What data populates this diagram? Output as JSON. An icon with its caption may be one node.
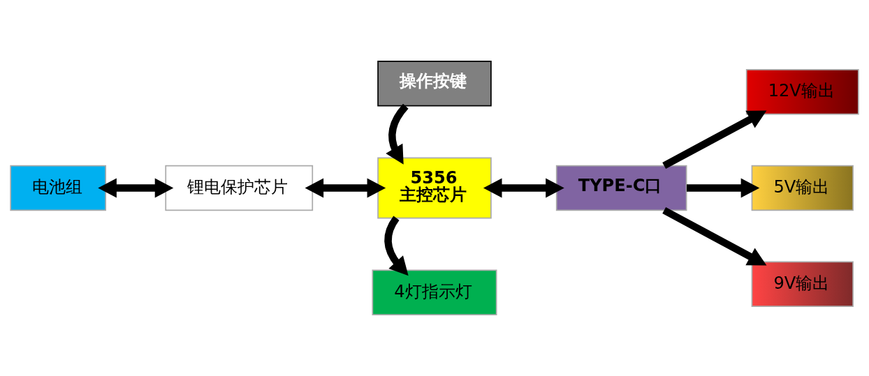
{
  "diagram": {
    "nodes": [
      {
        "text": [
          "4灯指示灯"
        ]
      },
      {
        "text": [
          "9V输出"
        ]
      },
      {
        "text": [
          "电池组"
        ]
      },
      {
        "text": [
          "锂电保护芯片"
        ]
      },
      {
        "text": [
          "5356",
          "主控芯片"
        ]
      },
      {
        "text": [
          "TYPE-C口"
        ]
      },
      {
        "text": [
          "5V输出"
        ]
      },
      {
        "text": [
          "操作按键"
        ]
      },
      {
        "text": [
          "12V输出"
        ]
      }
    ],
    "edges": [
      {
        "from": 2,
        "to": 3,
        "arrow": "both"
      },
      {
        "from": 3,
        "to": 4,
        "arrow": "both"
      },
      {
        "from": 4,
        "to": 0,
        "arrow": "to"
      },
      {
        "from": 7,
        "to": 4,
        "arrow": "to"
      },
      {
        "from": 4,
        "to": 5,
        "arrow": "both"
      },
      {
        "from": 5,
        "to": 1,
        "arrow": "to"
      },
      {
        "from": 5,
        "to": 6,
        "arrow": "to"
      },
      {
        "from": 5,
        "to": 8,
        "arrow": "to"
      }
    ]
  }
}
